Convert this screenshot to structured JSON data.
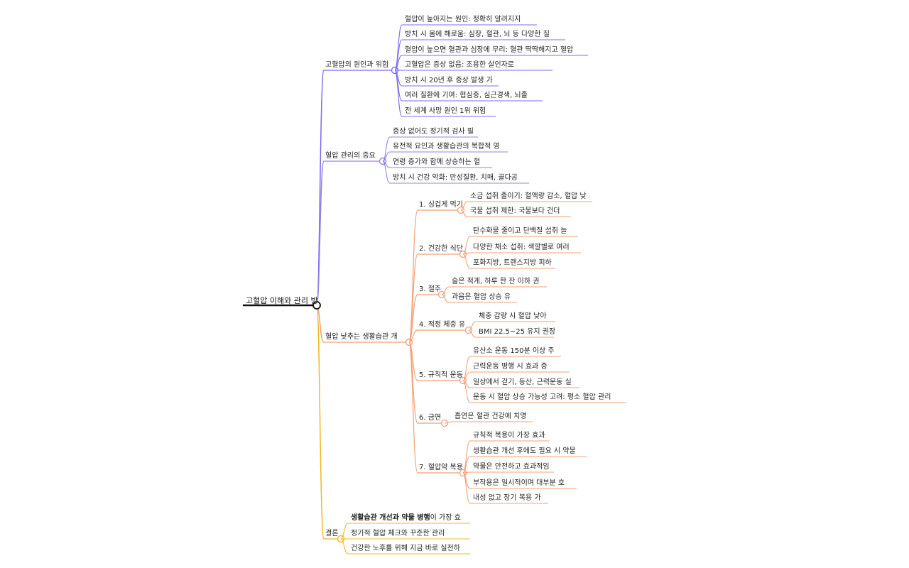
{
  "colors": {
    "root": "#111111",
    "purple": "#7b6cf0",
    "violet": "#9a82e6",
    "orange": "#f2a178",
    "gold": "#f3b81f",
    "node_fill": "#ffffff"
  },
  "mindmap": {
    "root": "고혈압 이해와 관리 방",
    "branches": [
      {
        "label": "고혈압의 원인과 위험",
        "color": "purple",
        "children": [
          {
            "label": "혈압이 높아지는 원인: 정확히 알려지지"
          },
          {
            "label": "방치 시 몸에 해로움: 심장, 혈관, 뇌 등 다양한 질"
          },
          {
            "label": "혈압이 높으면 혈관과 심장에 무리: 혈관 딱딱해지고 혈압"
          },
          {
            "label": "고혈압은 증상 없음: 조용한 살인자로"
          },
          {
            "label": "방치 시 20년 후 증상 발생 가"
          },
          {
            "label": "여러 질환에 기여: 협심증, 심근경색, 뇌졸"
          },
          {
            "label": "전 세계 사망 원인 1위 위험"
          }
        ]
      },
      {
        "label": "혈압 관리의 중요",
        "color": "violet",
        "children": [
          {
            "label": "증상 없어도 정기적 검사 필"
          },
          {
            "label": "유전적 요인과 생활습관의 복합적 영"
          },
          {
            "label": "연령 증가와 함께 상승하는 혈"
          },
          {
            "label": "방치 시 건강 악화: 만성질환, 치매, 골다공"
          }
        ]
      },
      {
        "label": "혈압 낮추는 생활습관 개",
        "color": "orange",
        "children": [
          {
            "label": "1. 싱겁게 먹기",
            "children": [
              {
                "label": "소금 섭취 줄이기: 혈액량 감소, 혈압 낮"
              },
              {
                "label": "국물 섭취 제한: 국물보다 건더"
              }
            ]
          },
          {
            "label": "2. 건강한 식단",
            "children": [
              {
                "label": "탄수화물 줄이고 단백질 섭취 늘"
              },
              {
                "label": "다양한 채소 섭취: 색깔별로 여러"
              },
              {
                "label": "포화지방, 트랜스지방 피하"
              }
            ]
          },
          {
            "label": "3. 절주",
            "children": [
              {
                "label": "술은 적게, 하루 한 잔 이하 권"
              },
              {
                "label": "과음은 혈압 상승 유"
              }
            ]
          },
          {
            "label": "4. 적정 체중 유",
            "children": [
              {
                "label": "체중 감량 시 혈압 낮아"
              },
              {
                "label": "BMI 22.5~25 유지 권장"
              }
            ]
          },
          {
            "label": "5. 규칙적 운동",
            "children": [
              {
                "label": "유산소 운동 150분 이상 주"
              },
              {
                "label": "근력운동 병행 시 효과 증"
              },
              {
                "label": "일상에서 걷기, 등산, 근력운동 실"
              },
              {
                "label": "운동 시 혈압 상승 가능성 고려: 평소 혈압 관리"
              }
            ]
          },
          {
            "label": "6. 금연",
            "children": [
              {
                "label": "흡연은 혈관 건강에 치명"
              }
            ]
          },
          {
            "label": "7. 혈압약 복용",
            "children": [
              {
                "label": "규칙적 복용이 가장 효과"
              },
              {
                "label": "생활습관 개선 후에도 필요 시 약물"
              },
              {
                "label": "약물은 안전하고 효과적임"
              },
              {
                "label": "부작용은 일시적이며 대부분 호"
              },
              {
                "label": "내성 없고 장기 복용 가"
              }
            ]
          }
        ]
      },
      {
        "label": "결론",
        "color": "gold",
        "children": [
          {
            "label": "생활습관 개선과 약물 병행이 가장 효",
            "bold_prefix": "생활습관 개선과 약물 병행",
            "rest": "이 가장 효"
          },
          {
            "label": "정기적 혈압 체크와 꾸준한 관리"
          },
          {
            "label": "건강한 노후를 위해 지금 바로 실천하"
          }
        ]
      }
    ]
  }
}
